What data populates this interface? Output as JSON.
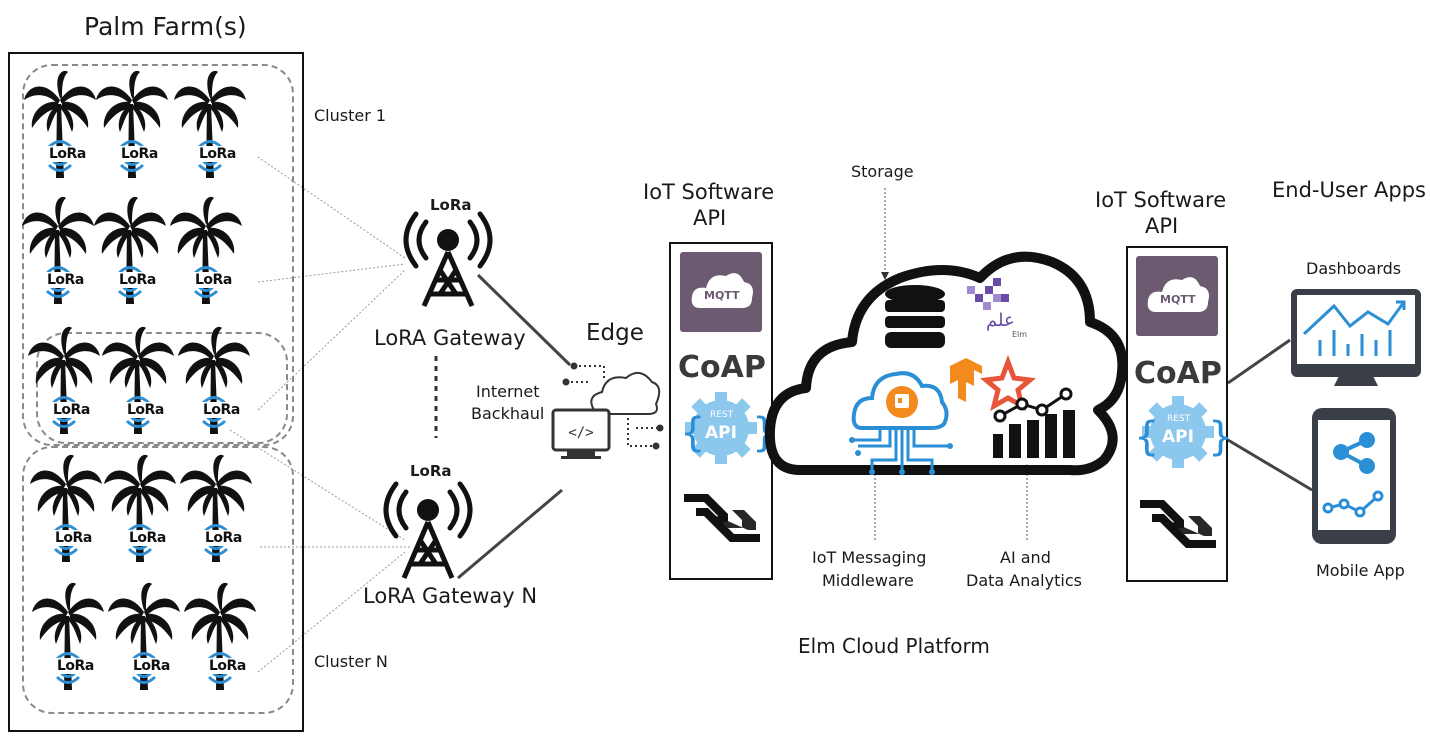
{
  "farm": {
    "title": "Palm Farm(s)",
    "cluster_1": "Cluster 1",
    "cluster_n": "Cluster N",
    "sensor_label": "LoRa"
  },
  "gateways": {
    "gateway_1": "LoRA Gateway",
    "gateway_n": "LoRA Gateway N",
    "badge": "LoRa"
  },
  "edge": {
    "title": "Edge",
    "backhaul_line1": "Internet",
    "backhaul_line2": "Backhaul"
  },
  "api_left": {
    "title_line1": "IoT Software",
    "title_line2": "API",
    "mqtt": "MQTT",
    "coap": "CoAP",
    "rest": "REST",
    "api": "API"
  },
  "cloud": {
    "storage": "Storage",
    "elm_logo_text": "Elm",
    "messaging_line1": "IoT Messaging",
    "messaging_line2": "Middleware",
    "ai_line1": "AI and",
    "ai_line2": "Data Analytics",
    "platform": "Elm Cloud Platform"
  },
  "api_right": {
    "title_line1": "IoT Software",
    "title_line2": "API",
    "mqtt": "MQTT",
    "coap": "CoAP",
    "rest": "REST",
    "api": "API"
  },
  "apps": {
    "title": "End-User Apps",
    "dashboards": "Dashboards",
    "mobile": "Mobile App"
  },
  "colors": {
    "mqtt_bg": "#6b5a70",
    "gear_blue": "#8cc7ee",
    "chart_blue": "#2b8fd6",
    "logo_orange": "#f28a1e",
    "elm_purple": "#6a4aa8"
  }
}
